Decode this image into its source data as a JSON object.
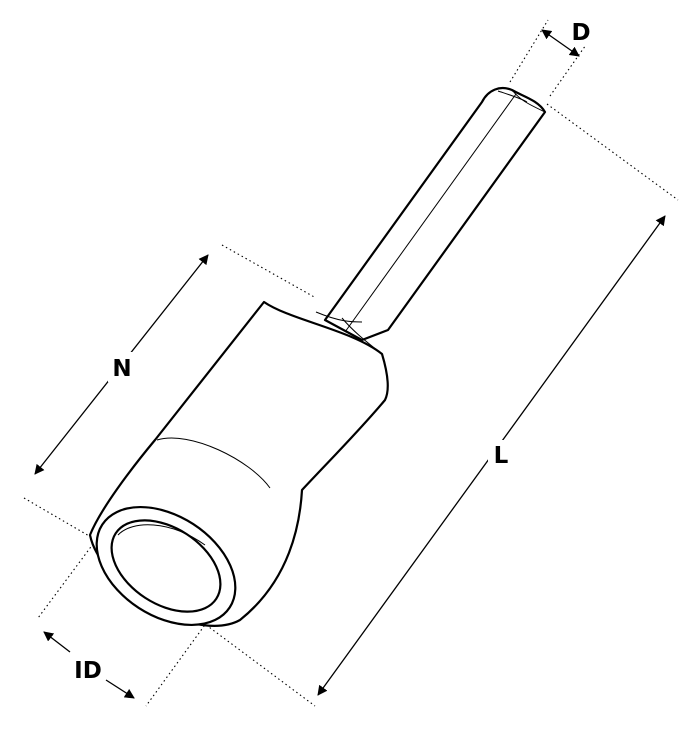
{
  "diagram": {
    "labels": {
      "D": "D",
      "L": "L",
      "N": "N",
      "ID": "ID"
    }
  }
}
